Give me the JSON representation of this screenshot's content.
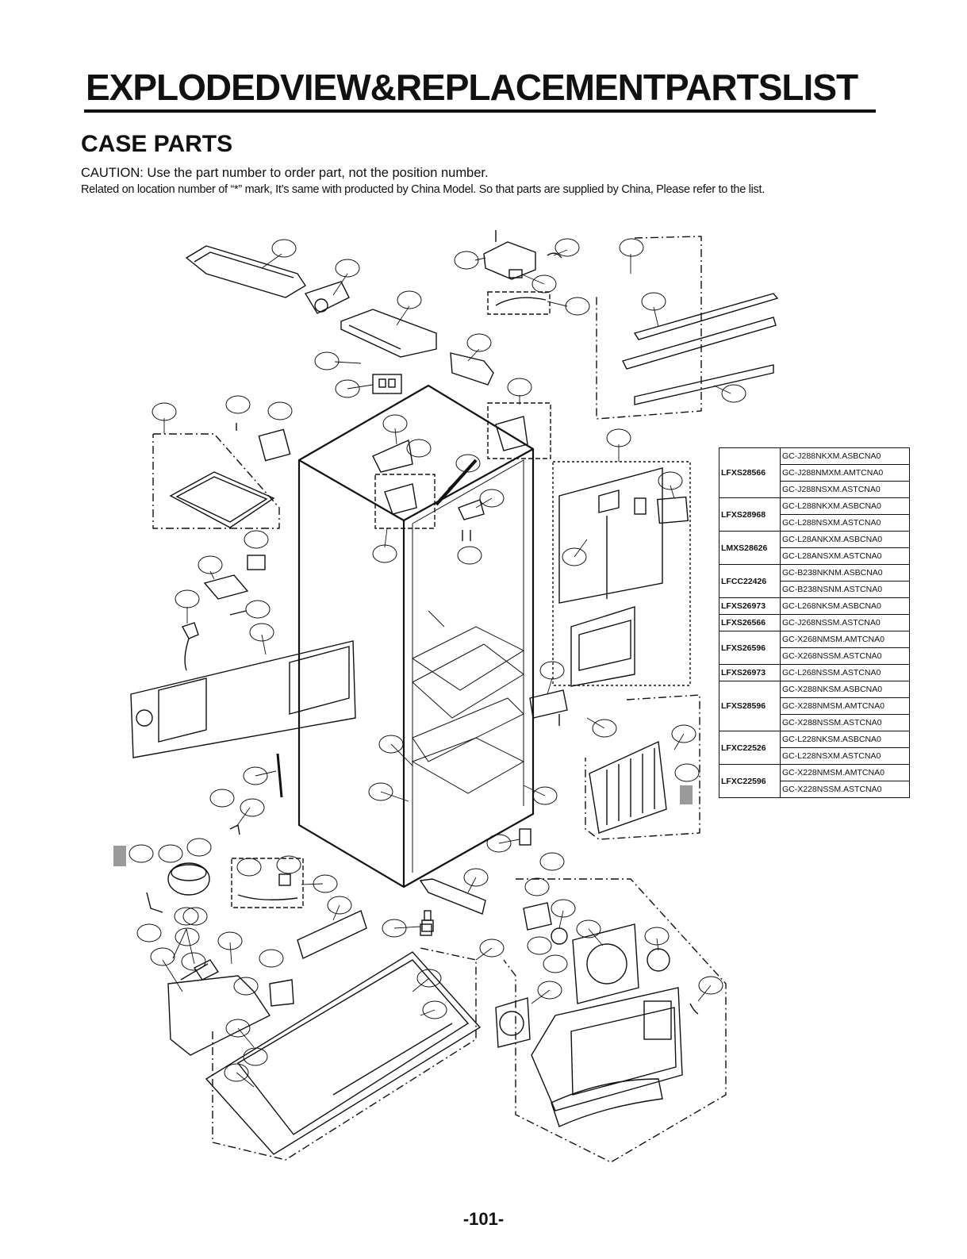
{
  "page": {
    "title": "EXPLODEDVIEW&REPLACEMENTPARTSLIST",
    "subtitle": "CASE PARTS",
    "caution": "CAUTION: Use the part number to order part, not the position number.",
    "note": "Related on location number of “*” mark, It’s same with producted by China Model. So that parts are supplied by China, Please refer to the list.",
    "page_number": "-101-"
  },
  "model_table": [
    {
      "model": "",
      "code": "GC-J288NKXM.ASBCNA0"
    },
    {
      "model": "LFXS28566",
      "code": "GC-J288NMXM.AMTCNA0"
    },
    {
      "model": "",
      "code": "GC-J288NSXM.ASTCNA0"
    },
    {
      "model": "",
      "code": "GC-L288NKXM.ASBCNA0"
    },
    {
      "model": "LFXS28968",
      "code": "GC-L288NSXM.ASTCNA0"
    },
    {
      "model": "",
      "code": "GC-L28ANKXM.ASBCNA0"
    },
    {
      "model": "LMXS28626",
      "code": "GC-L28ANSXM.ASTCNA0"
    },
    {
      "model": "",
      "code": "GC-B238NKNM.ASBCNA0"
    },
    {
      "model": "LFCC22426",
      "code": "GC-B238NSNM.ASTCNA0"
    },
    {
      "model": "LFXS26973",
      "code": "GC-L268NKSM.ASBCNA0"
    },
    {
      "model": "LFXS26566",
      "code": "GC-J268NSSM.ASTCNA0"
    },
    {
      "model": "",
      "code": "GC-X268NMSM.AMTCNA0"
    },
    {
      "model": "LFXS26596",
      "code": "GC-X268NSSM.ASTCNA0"
    },
    {
      "model": "LFXS26973",
      "code": "GC-L268NSSM.ASTCNA0"
    },
    {
      "model": "",
      "code": "GC-X288NKSM.ASBCNA0"
    },
    {
      "model": "LFXS28596",
      "code": "GC-X288NMSM.AMTCNA0"
    },
    {
      "model": "",
      "code": "GC-X288NSSM.ASTCNA0"
    },
    {
      "model": "",
      "code": "GC-L228NKSM.ASBCNA0"
    },
    {
      "model": "LFXC22526",
      "code": "GC-L228NSXM.ASTCNA0"
    },
    {
      "model": "",
      "code": "GC-X228NMSM.AMTCNA0"
    },
    {
      "model": "LFXC22596",
      "code": "GC-X228NSSM.ASTCNA0"
    }
  ],
  "colors": {
    "ink": "#111111",
    "marker_gray": "#9a9a9a",
    "background": "#ffffff"
  }
}
